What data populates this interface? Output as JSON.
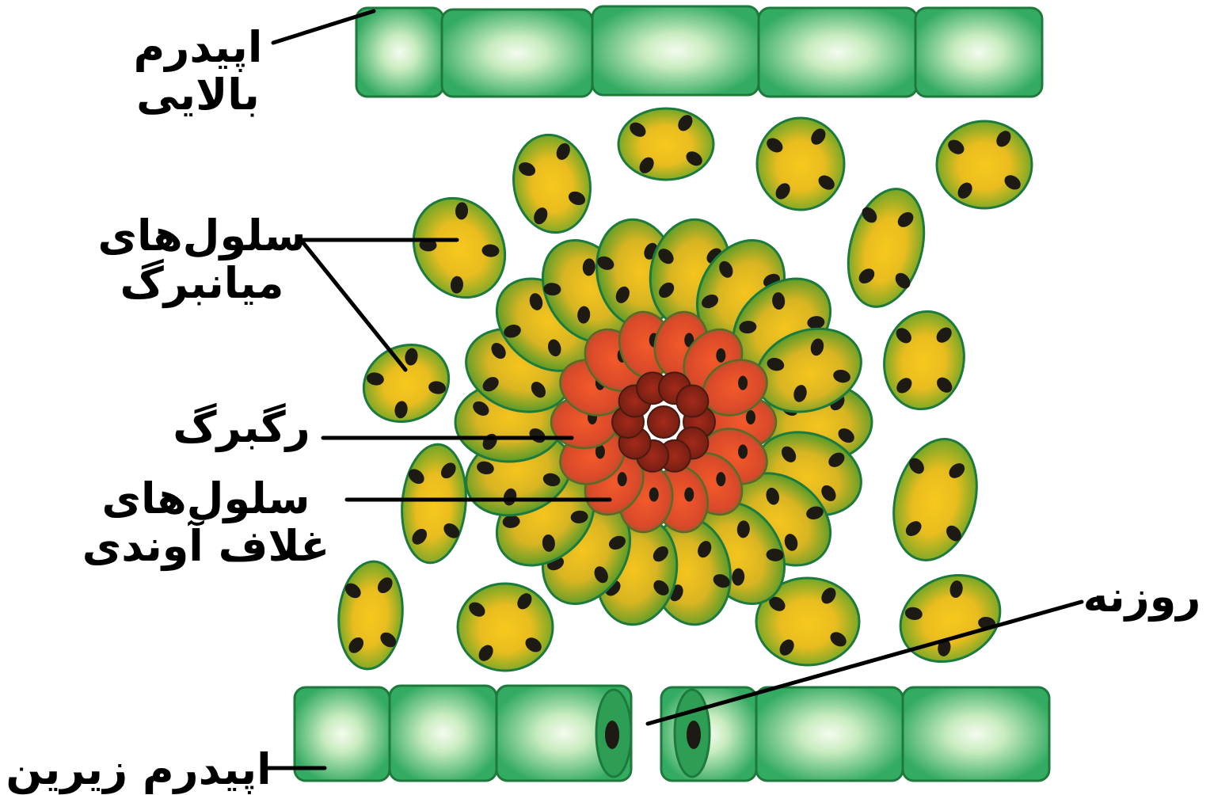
{
  "labels": {
    "upper_epidermis": {
      "line1": "اپیدرم",
      "line2": "بالایی"
    },
    "mesophyll_cells": {
      "line1": "سلول‌های",
      "line2": "میانبرگ"
    },
    "vein": "رگبرگ",
    "bundle_sheath_cells": {
      "line1": "سلول‌های",
      "line2": "غلاف آوندی"
    },
    "stoma": "روزنه",
    "lower_epidermis": "اپیدرم زیرین"
  },
  "colors": {
    "epidermis": "#3db36b",
    "epidermis_light": "#eaf7e4",
    "cell_wall": "#1e7a3c",
    "mesophyll_outer": "#55a629",
    "mesophyll_center": "#f4c21c",
    "chloroplast": "#1c1a12",
    "vein_cell": "#e8532a",
    "vein_core": "#8b2418",
    "leader_line": "#000000"
  }
}
